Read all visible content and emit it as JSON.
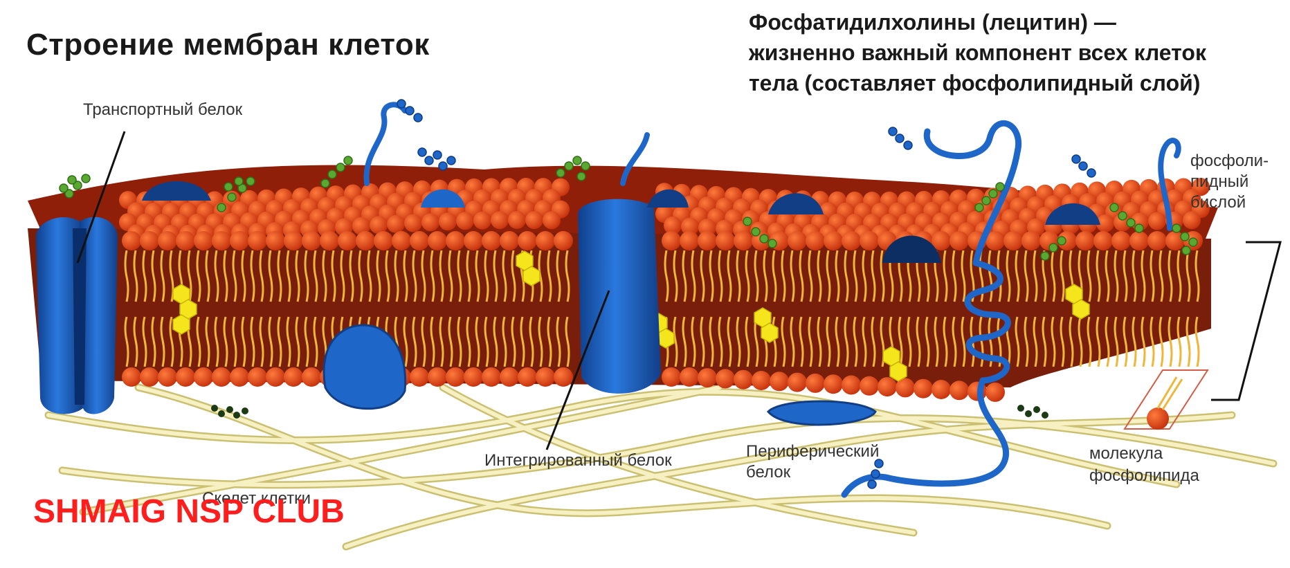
{
  "title": "Строение мембран клеток",
  "description": [
    "Фосфатидилхолины (лецитин) —",
    "жизненно важный компонент всех клеток",
    "тела (составляет фосфолипидный слой)"
  ],
  "labels": {
    "transport_protein": "Транспортный белок",
    "integrated_protein": "Интегрированный белок",
    "peripheral_protein_line1": "Периферический",
    "peripheral_protein_line2": "белок",
    "cytoskeleton": "Скелет клетки",
    "bilayer_line1": "фосфоли-",
    "bilayer_line2": "пидный",
    "bilayer_line3": "бислой",
    "phospholipid_line1": "молекула",
    "phospholipid_line2": "фосфолипида"
  },
  "watermark": "SHMAIG NSP CLUB",
  "colors": {
    "lipid_head": "#e8471a",
    "lipid_head_dark": "#b82a0c",
    "lipid_tail": "#f0b63a",
    "membrane_core": "#7a1e0c",
    "protein": "#1f66c9",
    "protein_dark": "#123e86",
    "carbohydrate": "#5aa832",
    "cholesterol": "#f5e51c",
    "fibers": "#efe6a8",
    "watermark": "#ff1e1e"
  },
  "icons": [
    "phospholipid-head-icon",
    "protein-icon",
    "carbohydrate-chain-icon",
    "cholesterol-icon",
    "cytoskeleton-fiber-icon"
  ]
}
